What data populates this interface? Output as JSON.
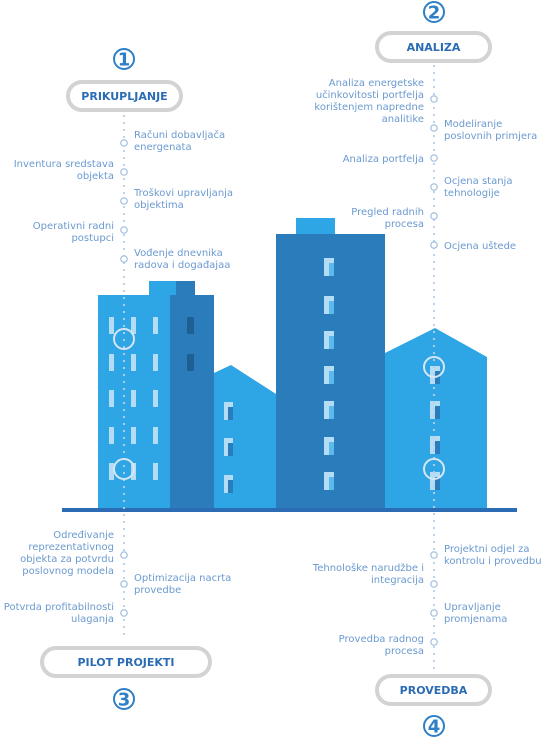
{
  "phases": [
    {
      "number": "1",
      "label": "PRIKUPLJANJE"
    },
    {
      "number": "2",
      "label": "ANALIZA"
    },
    {
      "number": "3",
      "label": "PILOT PROJEKTI"
    },
    {
      "number": "4",
      "label": "PROVEDBA"
    }
  ],
  "prikupljanje": [
    [
      "Računi dobavljača",
      "energenata"
    ],
    [
      "Inventura sredstava",
      "objekta"
    ],
    [
      "Troškovi upravljanja",
      "objektima"
    ],
    [
      "Operativni radni",
      "postupci"
    ],
    [
      "Vođenje dnevnika",
      "radova i događajaa"
    ]
  ],
  "analiza": [
    [
      "Analiza energetske",
      "učinkovitosti portfelja",
      "korištenjem napredne",
      "analitike"
    ],
    [
      "Modeliranje",
      "poslovnih primjera"
    ],
    [
      "Analiza portfelja"
    ],
    [
      "Ocjena stanja",
      "tehnologije"
    ],
    [
      "Pregled radnih",
      "procesa"
    ],
    [
      "Ocjena uštede"
    ]
  ],
  "pilot": [
    [
      "Određivanje",
      "reprezentativnog",
      "objekta za potvrdu",
      "poslovnog modela"
    ],
    [
      "Optimizacija nacrta",
      "provedbe"
    ],
    [
      "Potvrda profitabilnosti",
      "ulaganja"
    ]
  ],
  "provedba": [
    [
      "Projektni odjel za",
      "kontrolu i provedbu"
    ],
    [
      "Tehnološke narudžbe i",
      "integracija"
    ],
    [
      "Upravljanje",
      "promjenama"
    ],
    [
      "Provedba radnog",
      "procesa"
    ]
  ],
  "colors": {
    "light_blue": "#2ea5e4",
    "dark_blue": "#2a7dba",
    "ground": "#2b6cb5",
    "dots": "#b8cfe8",
    "pill_border": "#d3d3d3"
  }
}
